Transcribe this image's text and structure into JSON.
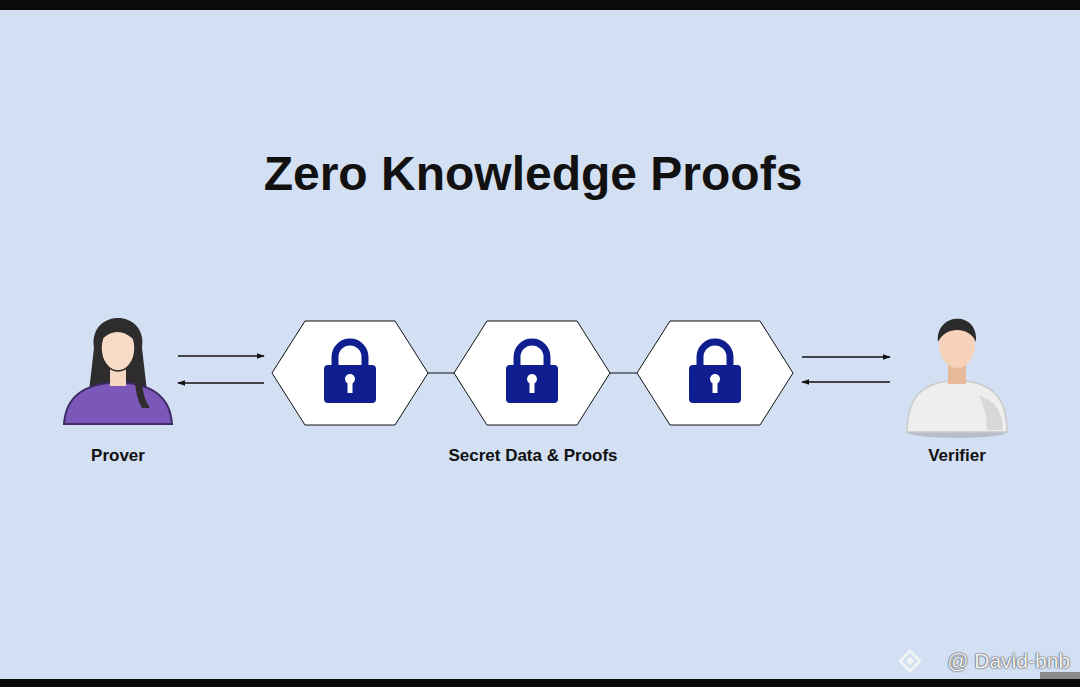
{
  "diagram": {
    "title": "Zero Knowledge Proofs",
    "nodes": [
      {
        "text": [
          "Prover"
        ]
      },
      {
        "text": [
          "Secret Data & Proofs"
        ]
      },
      {
        "text": [
          "Verifier"
        ]
      }
    ],
    "edges": [
      {
        "from": 0,
        "to": 1,
        "arrow": "to"
      },
      {
        "from": 1,
        "to": 0,
        "arrow": "to"
      },
      {
        "from": 1,
        "to": 2,
        "arrow": "to"
      },
      {
        "from": 2,
        "to": 1,
        "arrow": "to"
      }
    ],
    "labels": [
      "@ David-bnb"
    ]
  }
}
